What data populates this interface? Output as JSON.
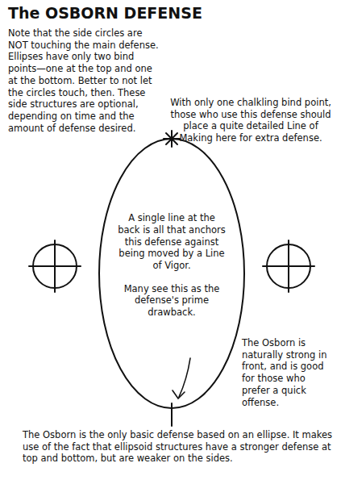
{
  "diagram": {
    "title": "The OSBORN DEFENSE",
    "nodes": [
      {
        "text": [
          "A single line at the back is all that anchors this defense against being moved by a Line of Vigor.",
          "Many see this as the defense's prime drawback."
        ]
      }
    ],
    "labels": [
      "Note that the side circles are NOT touching the main defense. Ellipses have only two bind points—one at the top and one at the bottom. Better to not let the circles touch, then. These side structures are optional, depending on time and the amount of defense desired.",
      "With only one chalkling bind point, those who use this defense should place a quite detailed Line of Making here for extra defense.",
      "The Osborn is naturally strong in front, and is good for those who prefer a quick offense.",
      "The Osborn is the only basic defense based on an ellipse. It makes use of the fact that ellipsoid structures have a stronger defense at top and bottom, but are weaker on the sides."
    ]
  }
}
